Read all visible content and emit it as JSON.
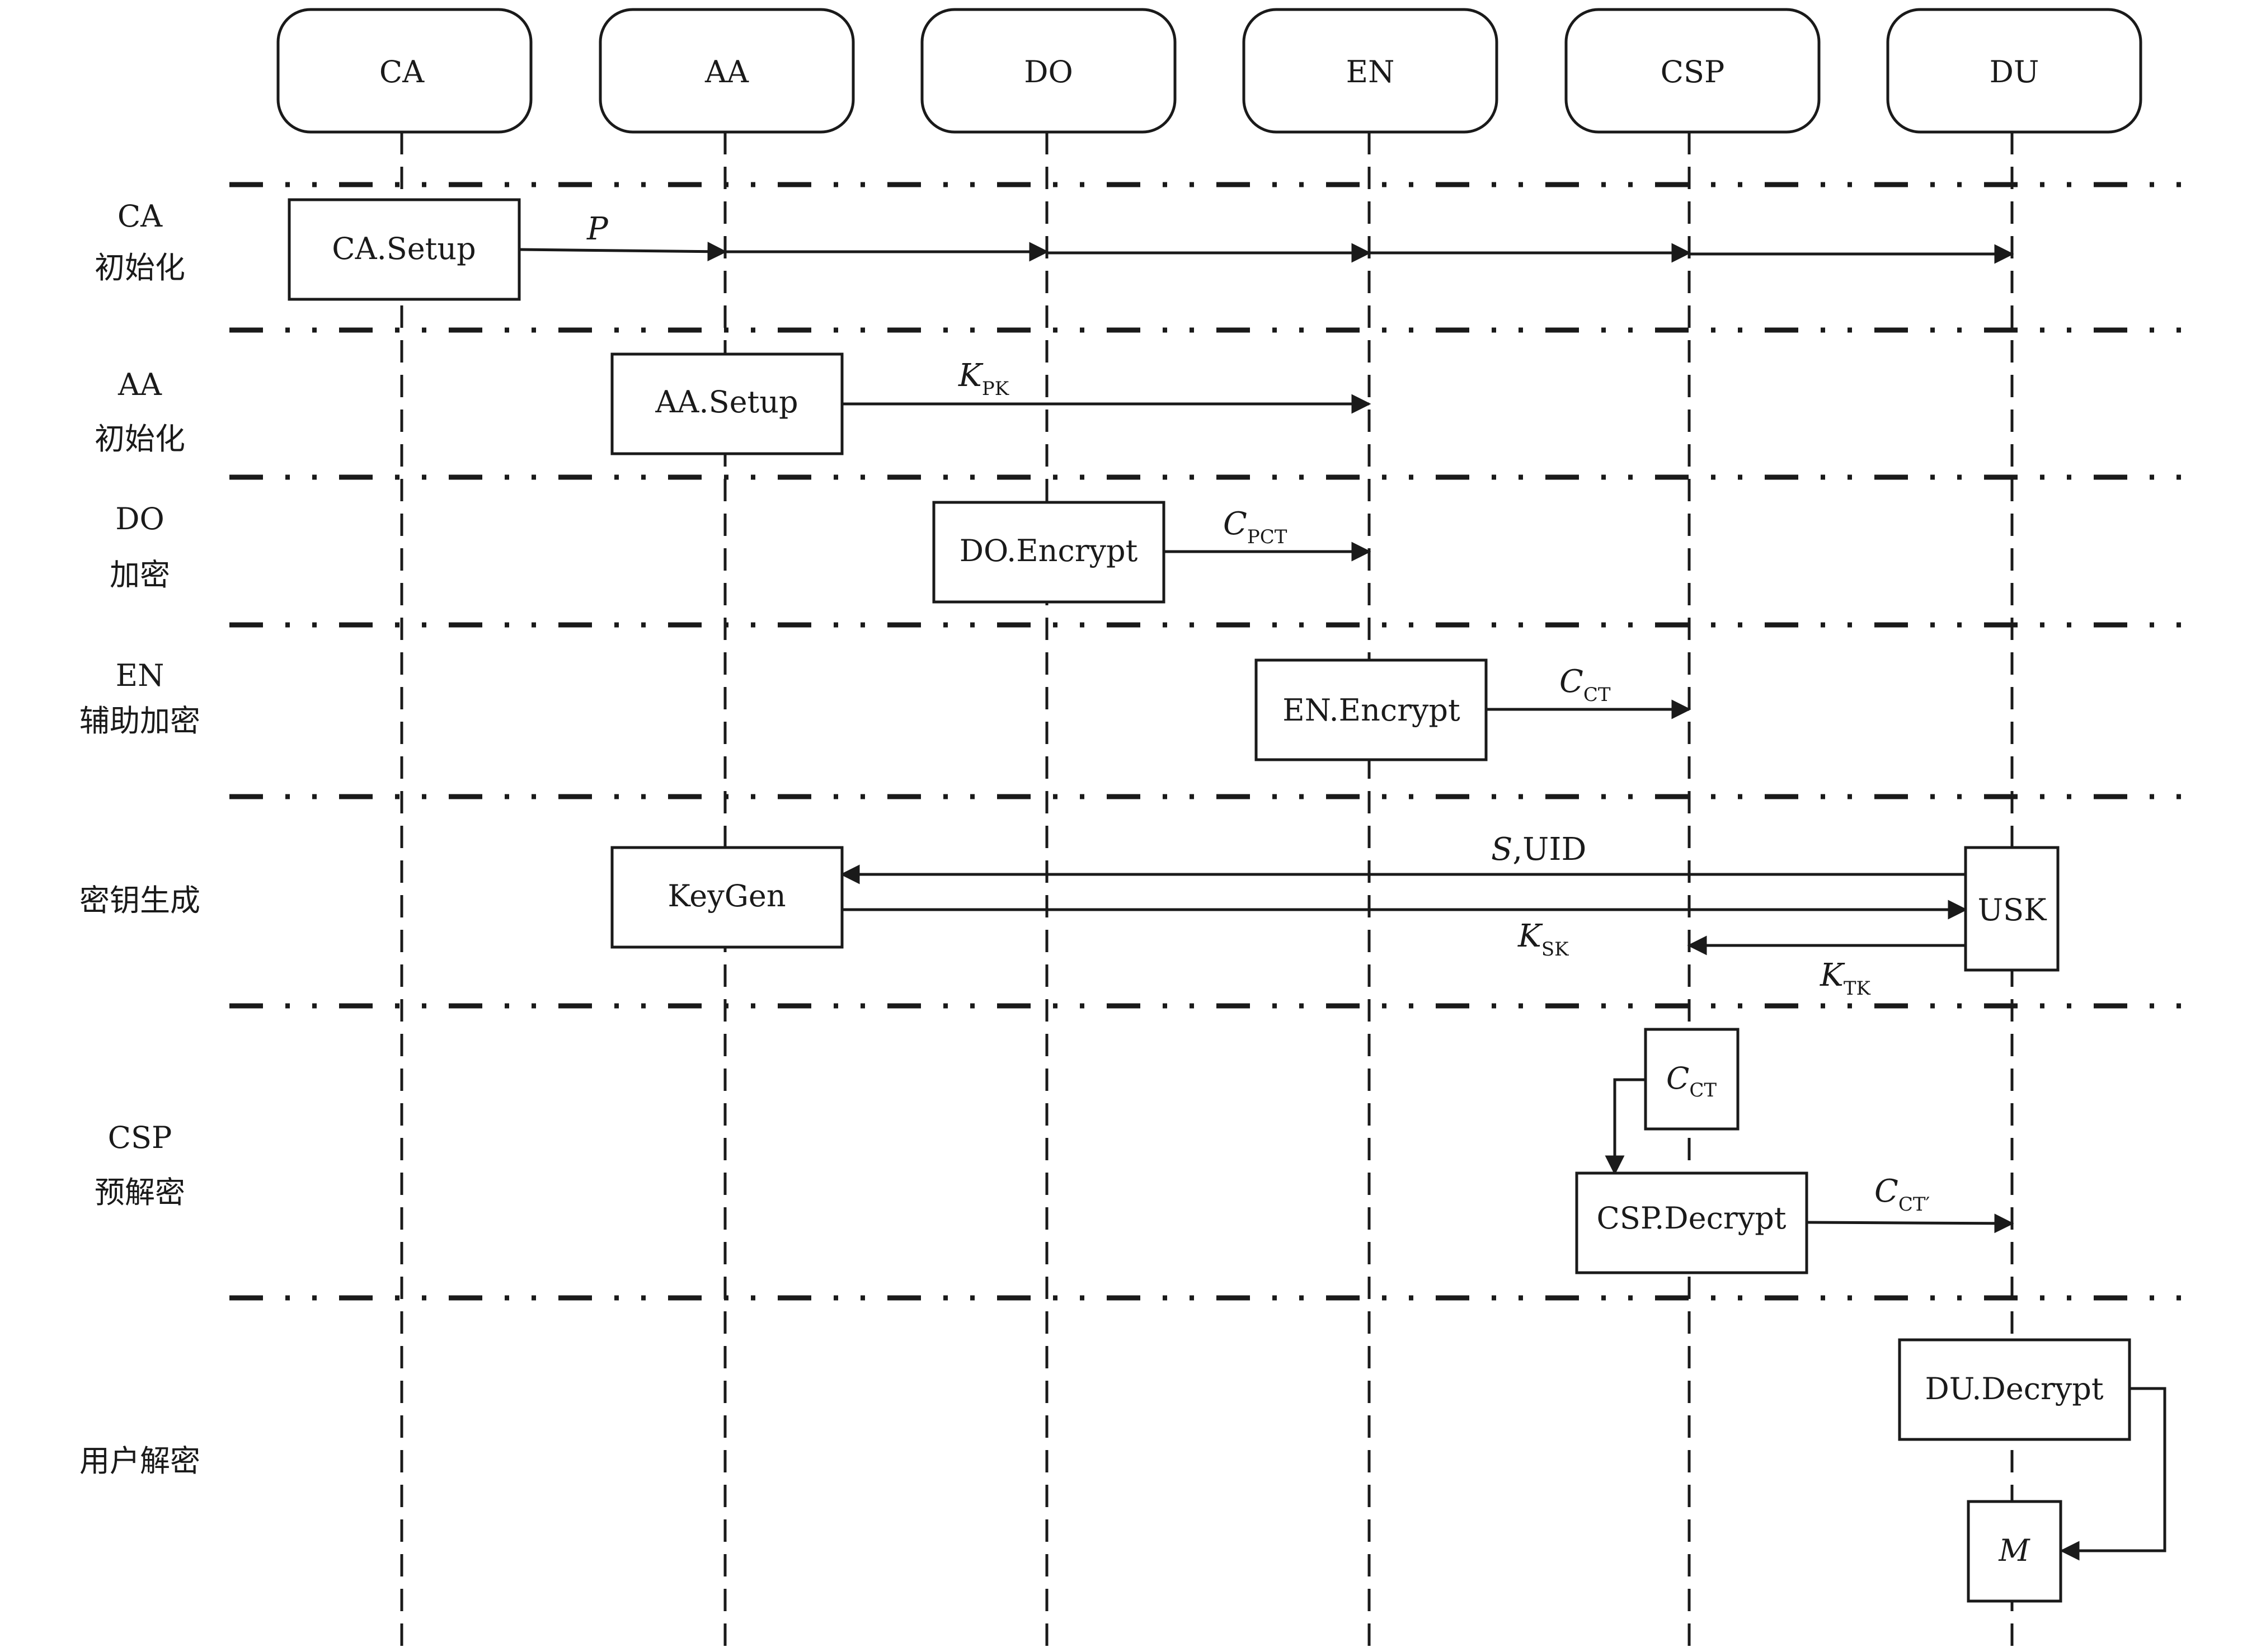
{
  "actors": [
    {
      "id": "ca",
      "label": "CA"
    },
    {
      "id": "aa",
      "label": "AA"
    },
    {
      "id": "do",
      "label": "DO"
    },
    {
      "id": "en",
      "label": "EN"
    },
    {
      "id": "csp",
      "label": "CSP"
    },
    {
      "id": "du",
      "label": "DU"
    }
  ],
  "phases": [
    {
      "id": "ca-init",
      "line1": "CA",
      "line2": "初始化"
    },
    {
      "id": "aa-init",
      "line1": "AA",
      "line2": "初始化"
    },
    {
      "id": "do-encrypt",
      "line1": "DO",
      "line2": "加密"
    },
    {
      "id": "en-assist",
      "line1": "EN",
      "line2": "辅助加密"
    },
    {
      "id": "keygen",
      "line1": "",
      "line2": "密钥生成"
    },
    {
      "id": "csp-predecrypt",
      "line1": "CSP",
      "line2": "预解密"
    },
    {
      "id": "user-decrypt",
      "line1": "",
      "line2": "用户解密"
    }
  ],
  "boxes": {
    "ca_setup": "CA.Setup",
    "aa_setup": "AA.Setup",
    "do_encrypt": "DO.Encrypt",
    "en_encrypt": "EN.Encrypt",
    "keygen": "KeyGen",
    "usk": "USK",
    "ct": {
      "main": "C",
      "sub": "CT"
    },
    "csp_decrypt": "CSP.Decrypt",
    "du_decrypt": "DU.Decrypt",
    "m": "M"
  },
  "messages": {
    "p": {
      "main": "P",
      "sub": ""
    },
    "kpk": {
      "main": "K",
      "sub": "PK"
    },
    "cpct": {
      "main": "C",
      "sub": "PCT"
    },
    "cct": {
      "main": "C",
      "sub": "CT"
    },
    "s": "S",
    "uid": ",UID",
    "ksk": {
      "main": "K",
      "sub": "SK"
    },
    "ktk": {
      "main": "K",
      "sub": "TK"
    },
    "cctp": {
      "main": "C",
      "sub": "CT′"
    }
  }
}
